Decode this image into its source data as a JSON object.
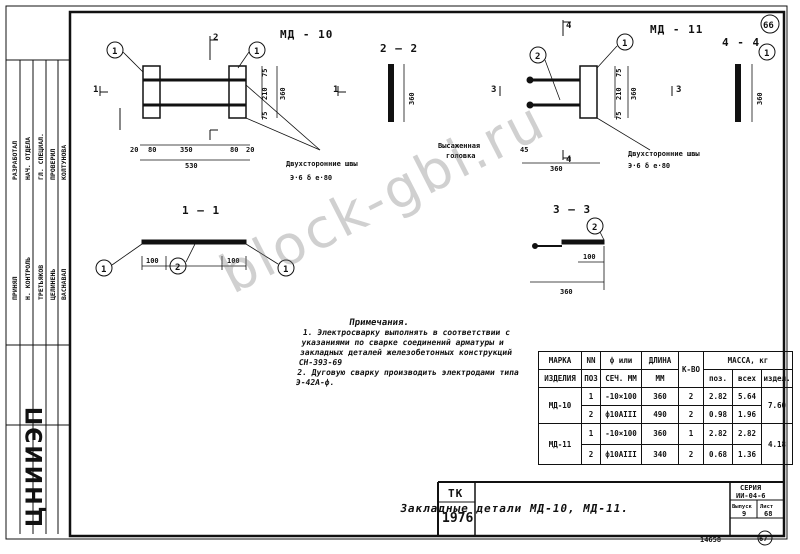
{
  "sheet_no": "66",
  "page_no": "67",
  "inv_no": "14658",
  "watermark": "block-gbi.ru",
  "views": {
    "md10_title": "МД - 10",
    "md11_title": "МД - 11",
    "sec_22": "2 — 2",
    "sec_44": "4 - 4",
    "sec_11": "1 — 1",
    "sec_33": "3 — 3",
    "mark_2": "2",
    "mark_4": "4",
    "mark_1": "1",
    "mark_3": "3"
  },
  "dims": {
    "d75a": "75",
    "d210": "210",
    "d360": "360",
    "d75b": "75",
    "d20": "20",
    "d80": "80",
    "d350": "350",
    "d80b": "80",
    "d20b": "20",
    "d530": "530",
    "d45": "45",
    "d360b": "360",
    "d100a": "100",
    "d100b": "100",
    "d100c": "100",
    "d360c": "360"
  },
  "callouts": {
    "c1": "1",
    "c2": "2"
  },
  "labels": {
    "weld": "Двухсторонние швы",
    "weld_formula": "Э·6  δ  е·80",
    "weld2": "Двухсторонние швы",
    "weld_formula2": "Э·6  δ  е·80",
    "upset_head_1": "Высаженная",
    "upset_head_2": "головка"
  },
  "notes": {
    "title": "Примечания.",
    "n1": "1. Электросварку выполнять в соответствии с указаниями по сварке соединений арматуры и закладных деталей железобетонных конструкций СН-393-69",
    "n2": "2. Дуговую сварку производить электродами типа Э-42А-ф."
  },
  "spec_table": {
    "h_marka": "МАРКА",
    "h_nn": "NN",
    "h_phi": "ф или",
    "h_len": "ДЛИНА",
    "h_qty": "К-ВО",
    "h_mass": "МАССА, кг",
    "h_izd": "ИЗДЕЛИЯ",
    "h_poz": "ПОЗ",
    "h_sec": "СЕЧ. ММ",
    "h_mm": "ММ",
    "h_pozm": "поз.",
    "h_all": "всех",
    "h_izdm": "издел.",
    "rows": [
      {
        "mark": "МД-10",
        "pos": "1",
        "sec": "-10×100",
        "len": "360",
        "qty": "2",
        "m1": "2.82",
        "m2": "5.64",
        "m3": "7.60"
      },
      {
        "mark": "",
        "pos": "2",
        "sec": "ф10АIII",
        "len": "490",
        "qty": "2",
        "m1": "0.98",
        "m2": "1.96",
        "m3": ""
      },
      {
        "mark": "МД-11",
        "pos": "1",
        "sec": "-10×100",
        "len": "360",
        "qty": "1",
        "m1": "2.82",
        "m2": "2.82",
        "m3": "4.18"
      },
      {
        "mark": "",
        "pos": "2",
        "sec": "ф10АIII",
        "len": "340",
        "qty": "2",
        "m1": "0.68",
        "m2": "1.36",
        "m3": ""
      }
    ]
  },
  "title_block": {
    "tk": "ТК",
    "tk_no": "1976",
    "title": "Закладные детали МД-10, МД-11.",
    "series_lbl": "СЕРИЯ",
    "series": "ИИ-04-6",
    "vyp_lbl": "Выпуск",
    "vyp": "9",
    "list_lbl": "Лист",
    "list": "68"
  },
  "stamp": {
    "org": "ЦНИИЭП",
    "r1": "РАЗРАБОТАЛ",
    "r2": "НАЧ. ОТДЕЛА",
    "r3": "ГЛ. СПЕЦИАЛ.",
    "r4": "ПРОВЕРИЛ",
    "r5": "ПРИНЯЛ",
    "r6": "Н. КОНТРОЛЬ",
    "n1": "ТРЕТЬЯКОВ",
    "n2": "ЦЕЛИНЕНЬ",
    "n3": "КОЛТУНОВА",
    "n4": "ВАСНАВАЛ"
  }
}
